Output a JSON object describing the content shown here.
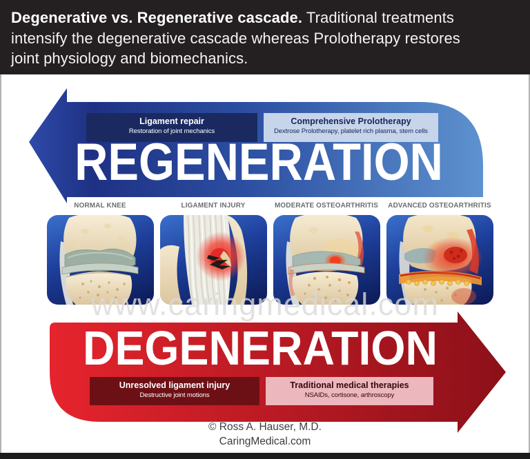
{
  "header": {
    "title_bold": "Degenerative vs. Regenerative cascade.",
    "title_rest": " Traditional treatments intensify the degenerative cascade whereas Prolotherapy restores joint physiology and biomechanics."
  },
  "regeneration": {
    "arrow_label": "REGENERATION",
    "direction": "left",
    "boxes": [
      {
        "title": "Ligament repair",
        "subtitle": "Restoration of joint mechanics"
      },
      {
        "title": "Comprehensive Prolotherapy",
        "subtitle": "Dextrose Prolotherapy, platelet rich plasma, stem cells"
      }
    ]
  },
  "stages": [
    {
      "label": "NORMAL KNEE"
    },
    {
      "label": "LIGAMENT INJURY"
    },
    {
      "label": "MODERATE OSTEOARTHRITIS"
    },
    {
      "label": "ADVANCED OSTEOARTHRITIS"
    }
  ],
  "watermark": "www.caringmedical.com",
  "degeneration": {
    "arrow_label": "DEGENERATION",
    "direction": "right",
    "boxes": [
      {
        "title": "Unresolved ligament injury",
        "subtitle": "Destructive joint motions"
      },
      {
        "title": "Traditional medical therapies",
        "subtitle": "NSAIDs, cortisone, arthroscopy"
      }
    ]
  },
  "footer": {
    "copyright": "© Ross A. Hauser, M.D.",
    "website": "CaringMedical.com"
  },
  "colors": {
    "banner_bg": "#241f21",
    "regeneration_blue_dark": "#1e3184",
    "regeneration_blue_light": "#5e92cf",
    "regen_box_dark_bg": "#1a2a61",
    "regen_box_light_bg": "#c7d5ea",
    "degeneration_red_bright": "#e6242d",
    "degeneration_red_dark": "#8c1019",
    "degen_box_dark_bg": "#6d1016",
    "degen_box_light_bg": "#ecb7bd",
    "panel_blue_top": "#3a70cc",
    "panel_blue_bottom": "#0c1a55",
    "stage_label_gray": "#6b6c6f",
    "watermark_gray": "#dadada"
  }
}
